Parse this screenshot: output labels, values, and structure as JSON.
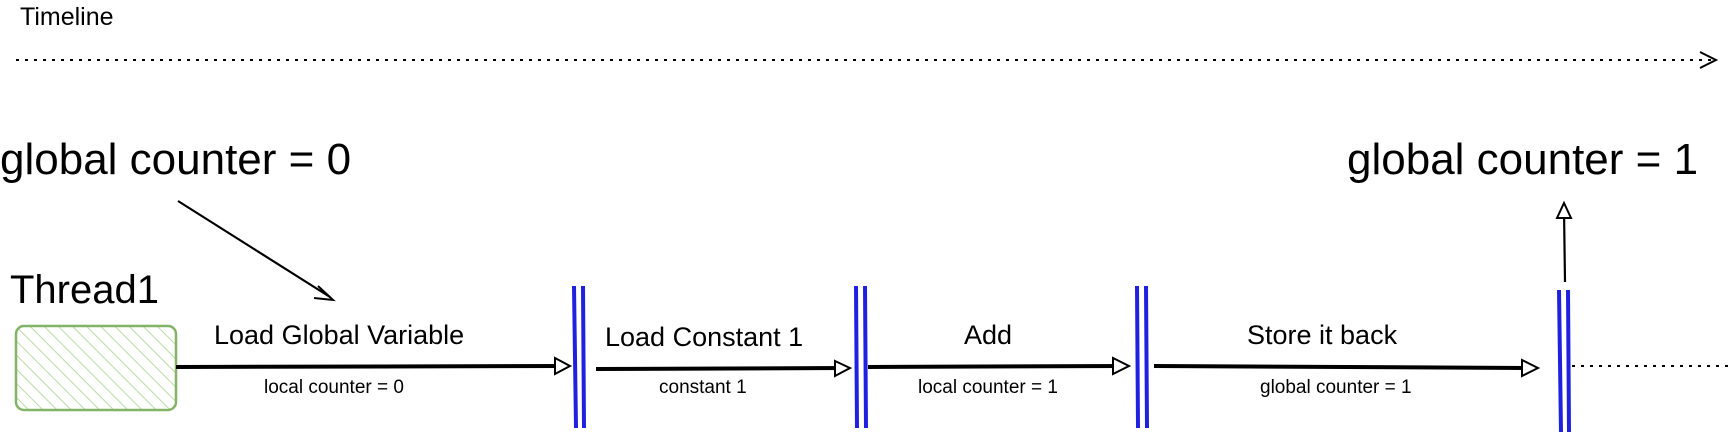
{
  "timeline": {
    "label": "Timeline"
  },
  "thread": {
    "label": "Thread1",
    "box_color": "#82b366"
  },
  "start_state": "global counter = 0",
  "end_state": "global counter = 1",
  "divider_color": "#2020e0",
  "steps": [
    {
      "title": "Load Global Variable",
      "note": "local counter = 0"
    },
    {
      "title": "Load Constant 1",
      "note": "constant 1"
    },
    {
      "title": "Add",
      "note": "local counter = 1"
    },
    {
      "title": "Store it back",
      "note": "global counter = 1"
    }
  ]
}
